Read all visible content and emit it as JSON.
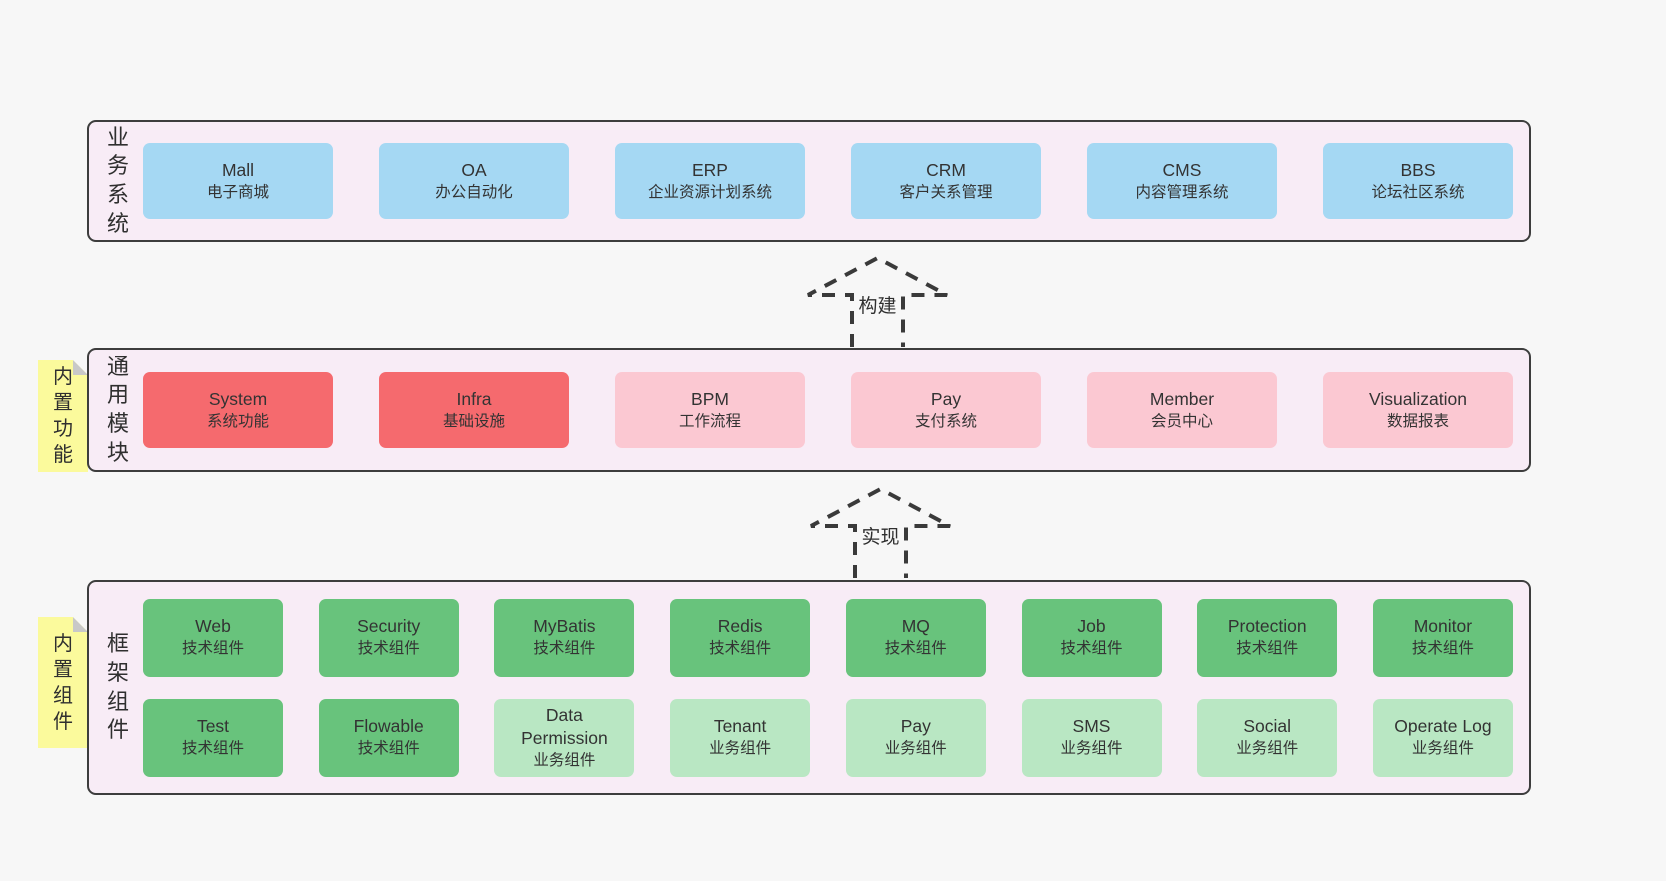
{
  "colors": {
    "page_bg": "#f7f7f7",
    "band_bg": "#f8ecf6",
    "band_border": "#3d3d3d",
    "blue_node": "#a5d8f3",
    "red_node": "#f56a6e",
    "pink_node": "#fbc8d2",
    "green_node": "#68c37c",
    "light_green_node": "#b9e7c3",
    "sticky_yellow": "#fbfa9c",
    "text": "#333333"
  },
  "arrows": [
    {
      "label": "构建"
    },
    {
      "label": "实现"
    }
  ],
  "bands": [
    {
      "id": "business-systems",
      "side_label": "业务系统",
      "rows": [
        [
          {
            "name": "Mall",
            "desc": "电子商城"
          },
          {
            "name": "OA",
            "desc": "办公自动化"
          },
          {
            "name": "ERP",
            "desc": "企业资源计划系统"
          },
          {
            "name": "CRM",
            "desc": "客户关系管理"
          },
          {
            "name": "CMS",
            "desc": "内容管理系统"
          },
          {
            "name": "BBS",
            "desc": "论坛社区系统"
          }
        ]
      ]
    },
    {
      "id": "common-modules",
      "side_label": "通用模块",
      "sticky": "内置功能",
      "rows": [
        [
          {
            "name": "System",
            "desc": "系统功能"
          },
          {
            "name": "Infra",
            "desc": "基础设施"
          },
          {
            "name": "BPM",
            "desc": "工作流程"
          },
          {
            "name": "Pay",
            "desc": "支付系统"
          },
          {
            "name": "Member",
            "desc": "会员中心"
          },
          {
            "name": "Visualization",
            "desc": "数据报表"
          }
        ]
      ]
    },
    {
      "id": "framework-components",
      "side_label": "框架组件",
      "sticky": "内置组件",
      "rows": [
        [
          {
            "name": "Web",
            "desc": "技术组件"
          },
          {
            "name": "Security",
            "desc": "技术组件"
          },
          {
            "name": "MyBatis",
            "desc": "技术组件"
          },
          {
            "name": "Redis",
            "desc": "技术组件"
          },
          {
            "name": "MQ",
            "desc": "技术组件"
          },
          {
            "name": "Job",
            "desc": "技术组件"
          },
          {
            "name": "Protection",
            "desc": "技术组件"
          },
          {
            "name": "Monitor",
            "desc": "技术组件"
          }
        ],
        [
          {
            "name": "Test",
            "desc": "技术组件"
          },
          {
            "name": "Flowable",
            "desc": "技术组件"
          },
          {
            "name": "Data Permission",
            "desc": "业务组件"
          },
          {
            "name": "Tenant",
            "desc": "业务组件"
          },
          {
            "name": "Pay",
            "desc": "业务组件"
          },
          {
            "name": "SMS",
            "desc": "业务组件"
          },
          {
            "name": "Social",
            "desc": "业务组件"
          },
          {
            "name": "Operate Log",
            "desc": "业务组件"
          }
        ]
      ]
    }
  ]
}
